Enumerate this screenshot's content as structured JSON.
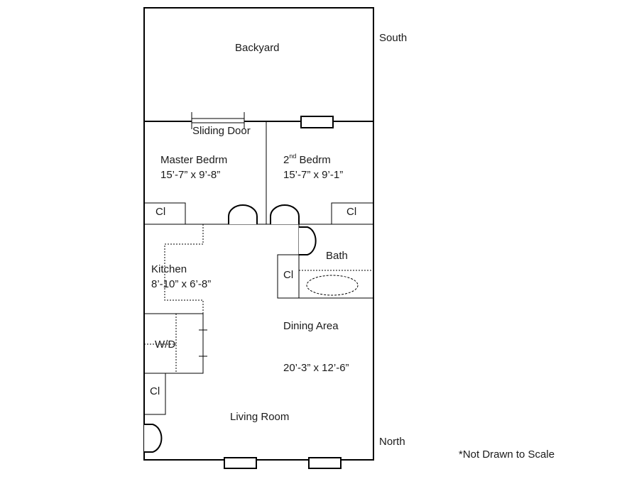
{
  "compass": {
    "south": "South",
    "north": "North"
  },
  "note": "*Not Drawn to Scale",
  "rooms": {
    "backyard": "Backyard",
    "sliding_door": "Sliding Door",
    "master": {
      "name": "Master Bedrm",
      "size": "15’-7” x 9’-8”"
    },
    "second": {
      "ordinal": "2",
      "suffix": "nd",
      "name": " Bedrm",
      "size": "15’-7” x 9’-1”"
    },
    "kitchen": {
      "name": "Kitchen",
      "size": "8’-10” x 6’-8”"
    },
    "bath": "Bath",
    "dining": {
      "name": "Dining Area",
      "size": "20’-3” x 12’-6”"
    },
    "laundry": "W/D",
    "living": "Living Room"
  },
  "closets": {
    "label": "Cl"
  }
}
